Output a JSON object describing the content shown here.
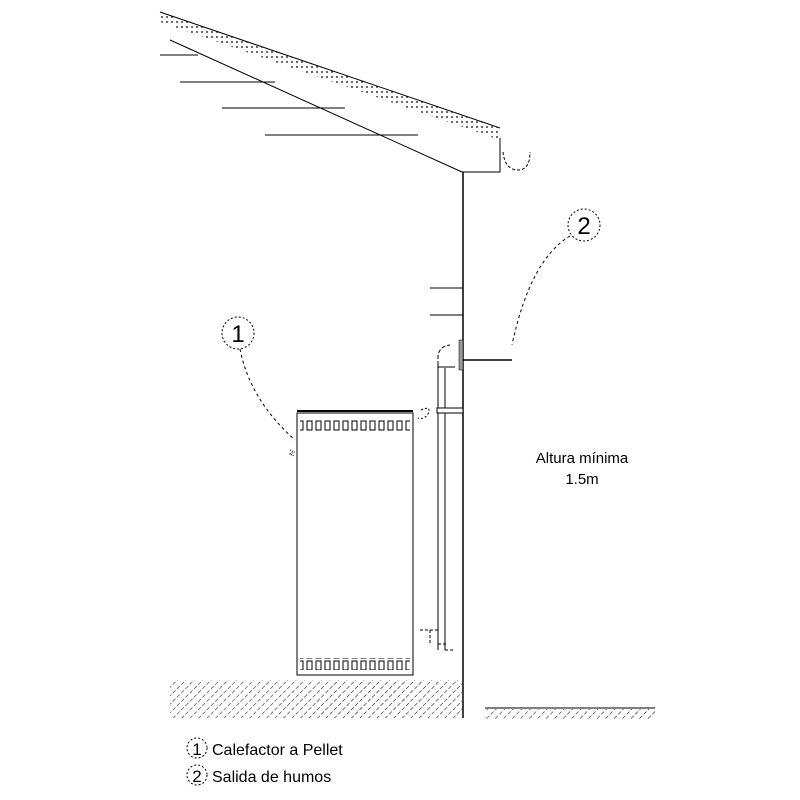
{
  "callouts": [
    {
      "number": "1",
      "label": "Calefactor a Pellet"
    },
    {
      "number": "2",
      "label": "Salida de humos"
    }
  ],
  "annotation": {
    "line1": "Altura mínima",
    "line2": "1.5m"
  },
  "colors": {
    "line": "#000000",
    "background": "#ffffff"
  }
}
